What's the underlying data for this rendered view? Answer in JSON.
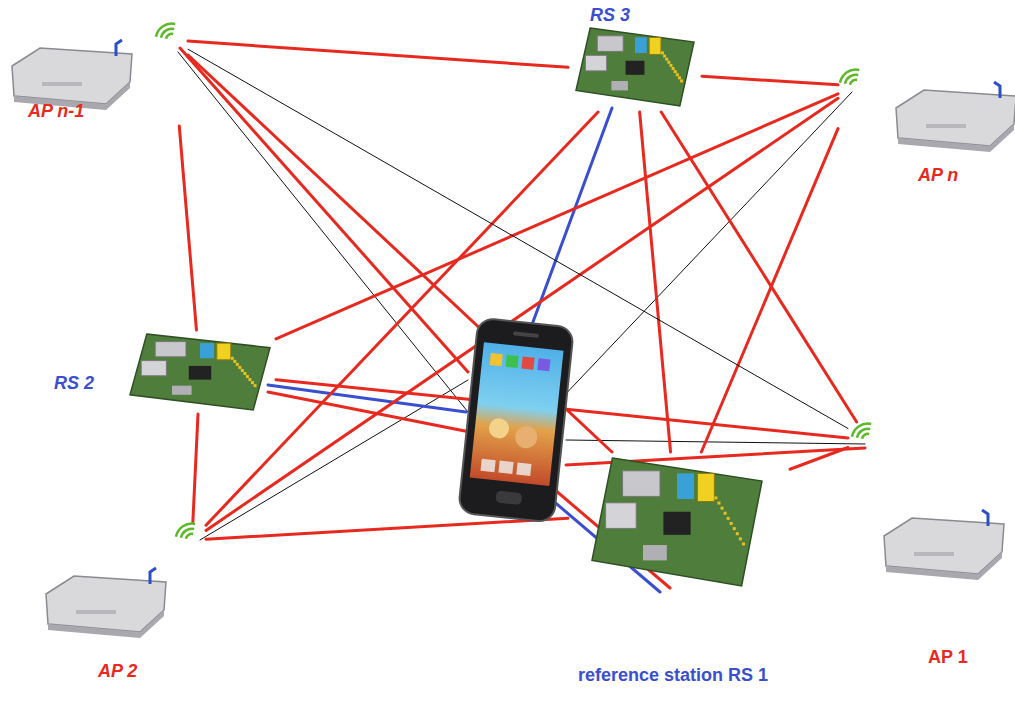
{
  "diagram": {
    "nodes": [
      {
        "text": [
          "AP n-1"
        ]
      },
      {
        "text": [
          "RS 3"
        ]
      },
      {
        "text": [
          "AP n"
        ]
      },
      {
        "text": [
          "RS 2"
        ]
      },
      {
        "text": [
          "AP 2"
        ]
      },
      {
        "text": [
          "reference station RS 1"
        ]
      },
      {
        "text": [
          "AP 1"
        ]
      }
    ],
    "edges": [
      {
        "from": 0,
        "to": 1,
        "arrow": "none"
      },
      {
        "from": 0,
        "to": 3,
        "arrow": "none"
      },
      {
        "from": 0,
        "to": 5,
        "arrow": "none"
      },
      {
        "from": 1,
        "to": 2,
        "arrow": "none"
      },
      {
        "from": 1,
        "to": 4,
        "arrow": "none"
      },
      {
        "from": 1,
        "to": 5,
        "arrow": "none"
      },
      {
        "from": 1,
        "to": 6,
        "arrow": "none"
      },
      {
        "from": 2,
        "to": 3,
        "arrow": "none"
      },
      {
        "from": 2,
        "to": 4,
        "arrow": "none"
      },
      {
        "from": 2,
        "to": 5,
        "arrow": "none"
      },
      {
        "from": 3,
        "to": 4,
        "arrow": "none"
      },
      {
        "from": 3,
        "to": 6,
        "arrow": "none"
      },
      {
        "from": 4,
        "to": 5,
        "arrow": "none"
      },
      {
        "from": 5,
        "to": 6,
        "arrow": "none"
      },
      {
        "from": 0,
        "to": 6,
        "arrow": "none"
      }
    ]
  }
}
